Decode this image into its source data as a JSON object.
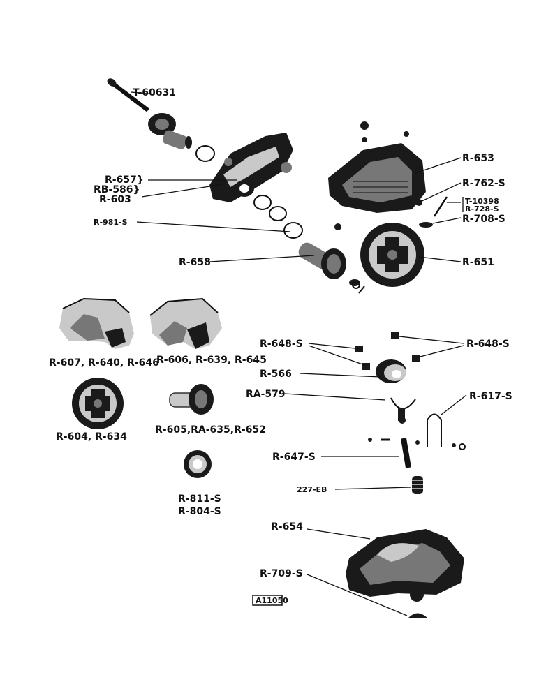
{
  "labels": {
    "t60631": "T-60631",
    "r657": "R-657}",
    "rb586": "RB-586}",
    "r603": "R-603",
    "r981s": "R-981-S",
    "r658": "R-658",
    "r653": "R-653",
    "r762s": "R-762-S",
    "t10398": "T-10398",
    "r728s": "R-728-S",
    "r708s": "R-708-S",
    "r651": "R-651",
    "r607_group": "R-607, R-640, R-646",
    "r606_group": "R-606, R-639, R-645",
    "r604_group": "R-604,  R-634",
    "r605_group": "R-605,RA-635,R-652",
    "r811s": "R-811-S",
    "r804s": "R-804-S",
    "r648s_left": "R-648-S",
    "r648s_right": "R-648-S",
    "r566": "R-566",
    "ra579": "RA-579",
    "r617s": "R-617-S",
    "r647s": "R-647-S",
    "eb227": "227-EB",
    "r654": "R-654",
    "r709s": "R-709-S",
    "figure_code": "A11050"
  }
}
